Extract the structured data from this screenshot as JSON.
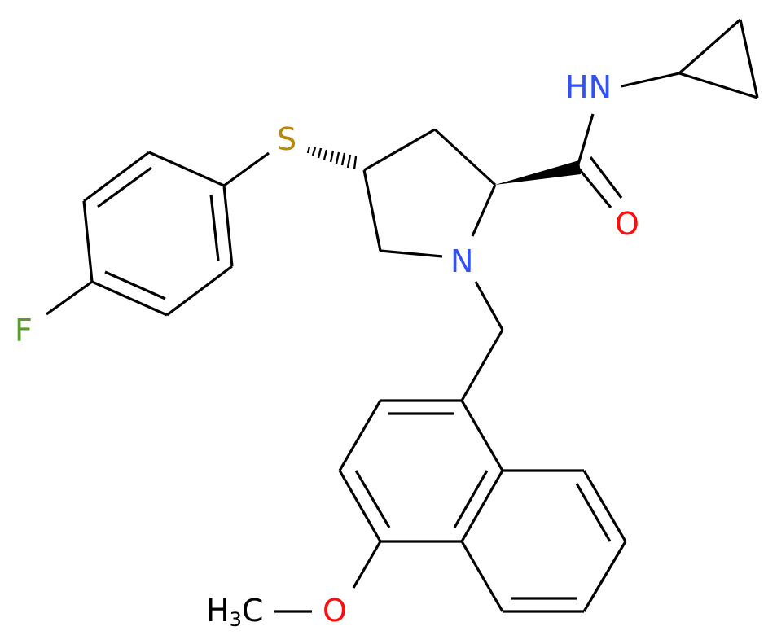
{
  "molecule": {
    "description": "(2S,4R)-N-cyclopropyl-4-(4-fluorophenyl)sulfanyl-1-[(4-methoxynaphthalen-1-yl)methyl]pyrrolidine-2-carboxamide",
    "atom_labels": {
      "fluorine": "F",
      "sulfur": "S",
      "ring_nitrogen": "N",
      "amide_nh": "HN",
      "carbonyl_oxygen": "O",
      "ether_oxygen": "O",
      "methyl_h": "H",
      "methyl_sub": "3",
      "methyl_c": "C"
    },
    "colors": {
      "bond": "#000000",
      "nitrogen": "#3050F8",
      "oxygen": "#FF0D0D",
      "sulfur": "#B8860B",
      "fluorine": "#5A9A2E",
      "carbon": "#000000"
    }
  }
}
